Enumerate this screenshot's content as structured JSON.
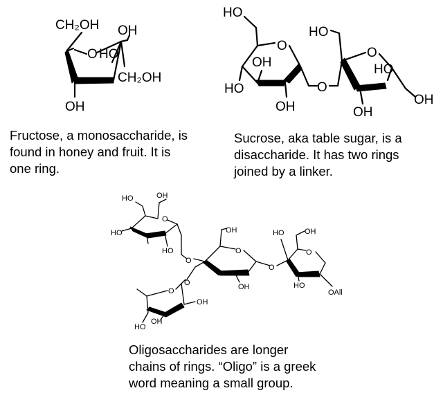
{
  "fructose": {
    "labels": {
      "ch2oh_top": "CH₂OH",
      "oh_top": "OH",
      "ring_o": "O",
      "ho_inner": "HO",
      "ch2oh_right": "CH₂OH",
      "oh_bottom": "OH"
    },
    "caption": [
      "Fructose, a monosaccharide, is",
      "found in honey and fruit. It is",
      "one ring."
    ]
  },
  "sucrose": {
    "labels": {
      "ho_top": "HO",
      "ring_o_left": "O",
      "oh_inner": "OH",
      "ho_left": "HO",
      "oh_bottom": "OH",
      "link_o": "O",
      "ho_mid": "HO",
      "ring_o_right": "O",
      "ho_right_inner": "HO",
      "oh_right": "OH",
      "oh_right_bottom": "OH"
    },
    "caption": [
      "Sucrose, aka table sugar, is a",
      "disaccharide. It has two rings",
      "joined by a linker."
    ]
  },
  "oligosaccharide": {
    "labels": {
      "r1_ho": "HO",
      "r1_oh": "OH",
      "r1_o": "O",
      "r1_ho_left": "HO",
      "r1_ho_bottom": "HO",
      "link1_o": "O",
      "r2_oh": "OH",
      "r2_o": "O",
      "r2_oh_bottom": "OH",
      "link2_o": "O",
      "r3_ho": "HO",
      "r3_oh": "OH",
      "r3_o": "O",
      "r3_ho_bottom": "HO",
      "r3_oall": "OAll",
      "link3_o": "O",
      "r4_o": "O",
      "r4_oh_right": "OH",
      "r4_oh": "OH",
      "r4_ho": "HO"
    },
    "caption": [
      "Oligosaccharides are longer",
      "chains of rings. “Oligo” is a greek",
      "word meaning a small group."
    ]
  }
}
